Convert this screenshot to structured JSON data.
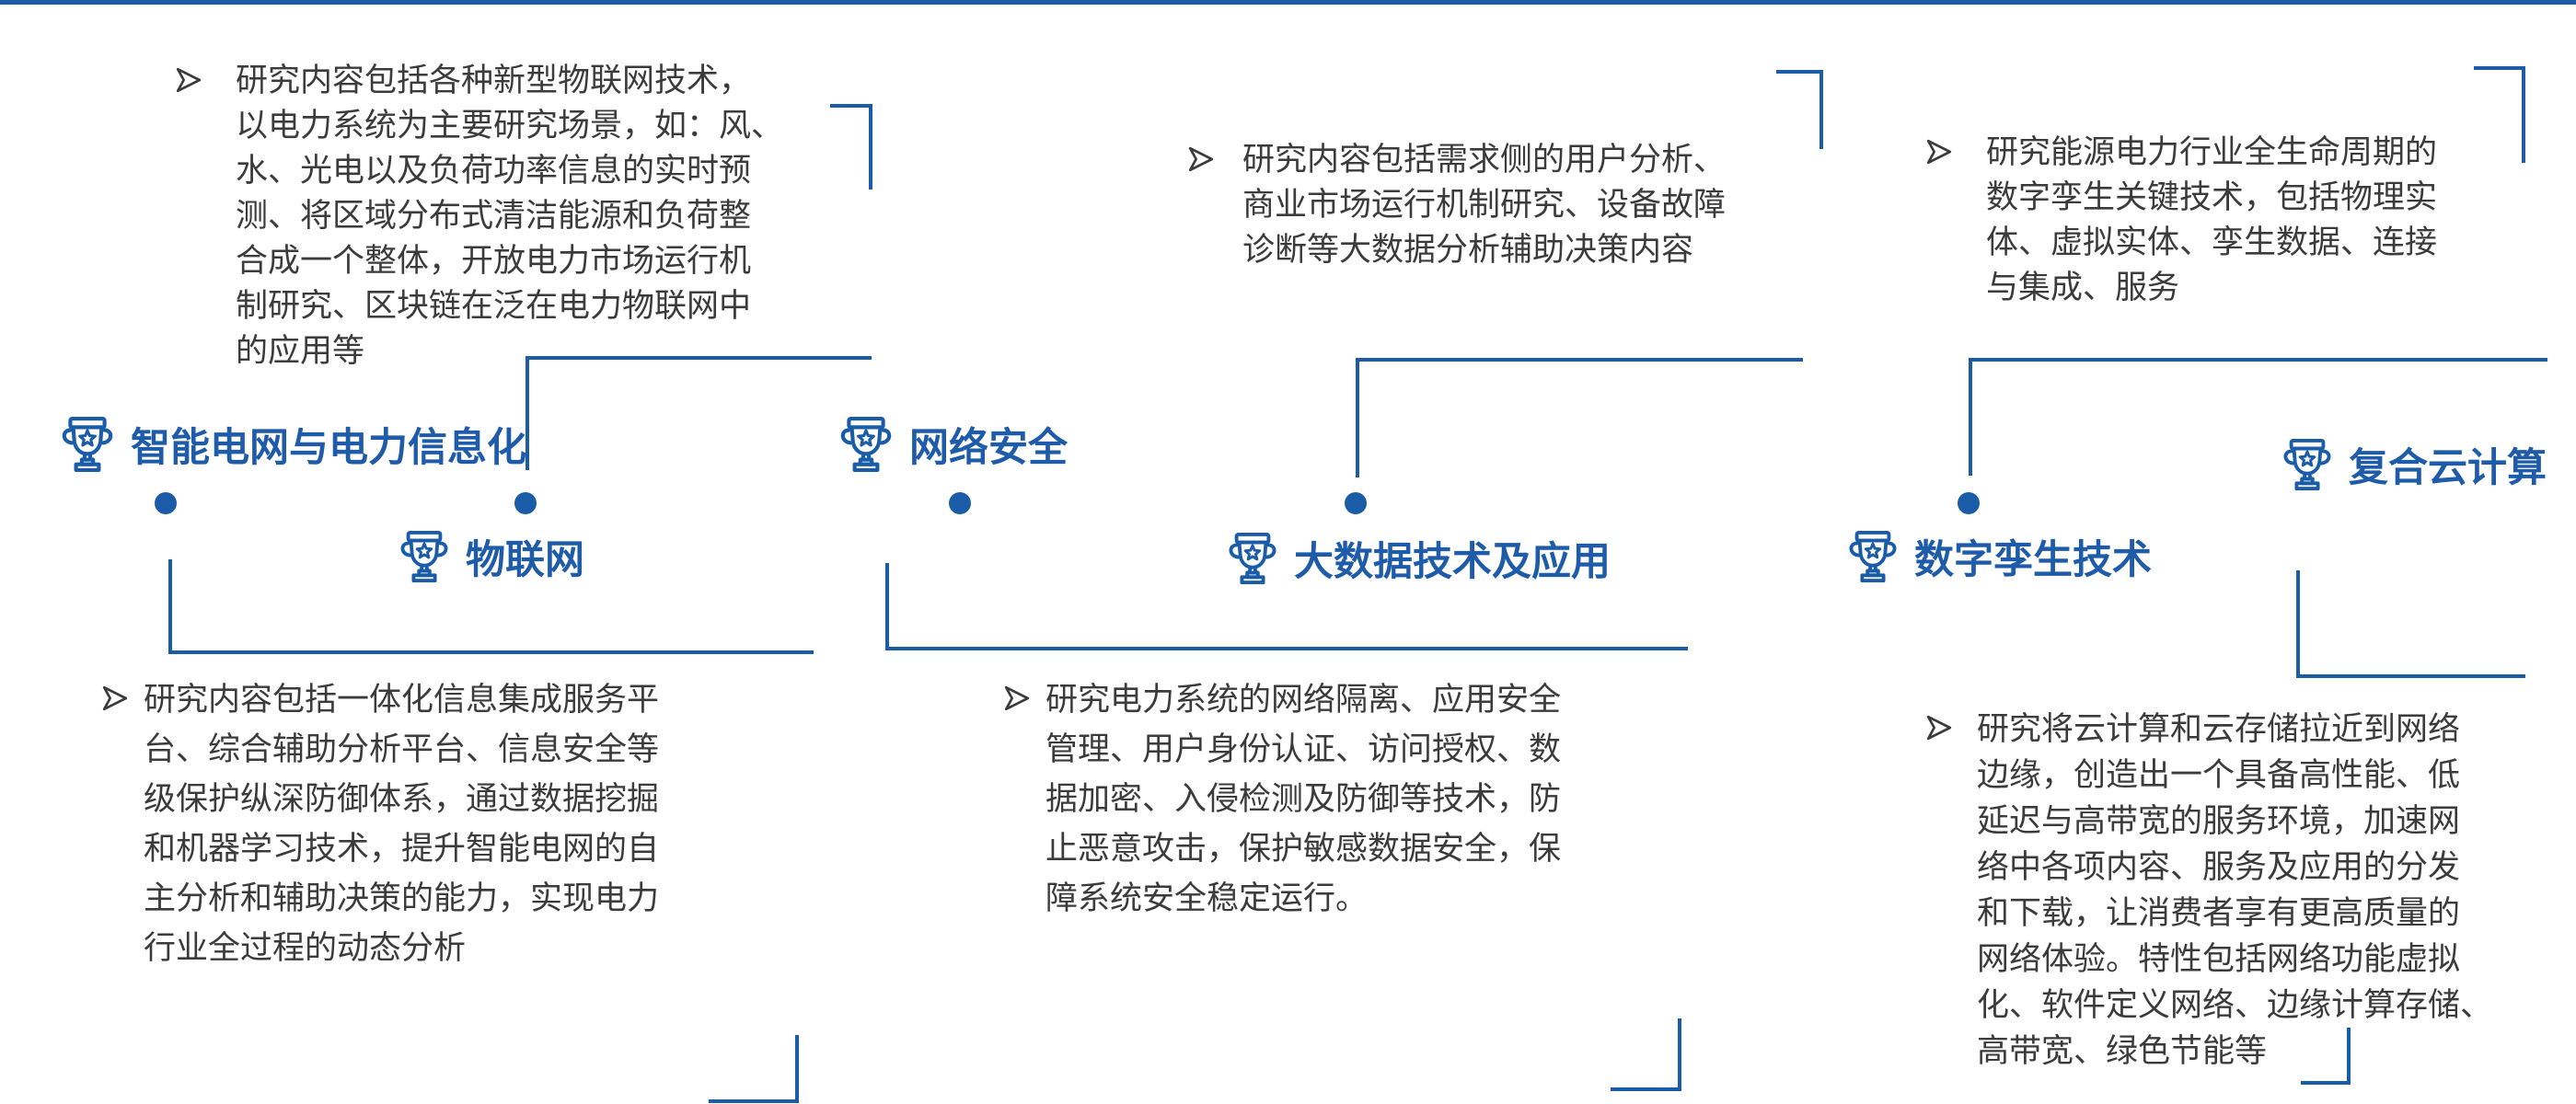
{
  "palette": {
    "accent_blue": "#1A5CA8",
    "label_blue": "#1E5BA9",
    "body_text": "#3B3B3B"
  },
  "labels": {
    "smart_grid": "智能电网与电力信息化",
    "iot": "物联网",
    "network_security": "网络安全",
    "big_data": "大数据技术及应用",
    "digital_twin": "数字孪生技术",
    "hybrid_cloud": "复合云计算"
  },
  "descriptions": {
    "iot": [
      "研究内容包括各种新型物联网技术，",
      "以电力系统为主要研究场景，如：风、",
      "水、光电以及负荷功率信息的实时预",
      "测、将区域分布式清洁能源和负荷整",
      "合成一个整体，开放电力市场运行机",
      "制研究、区块链在泛在电力物联网中",
      "的应用等"
    ],
    "big_data": [
      "研究内容包括需求侧的用户分析、",
      "商业市场运行机制研究、设备故障",
      "诊断等大数据分析辅助决策内容"
    ],
    "digital_twin": [
      "研究能源电力行业全生命周期的",
      "数字孪生关键技术，包括物理实",
      "体、虚拟实体、孪生数据、连接",
      "与集成、服务"
    ],
    "smart_grid": [
      "研究内容包括一体化信息集成服务平",
      "台、综合辅助分析平台、信息安全等",
      "级保护纵深防御体系，通过数据挖掘",
      "和机器学习技术，提升智能电网的自",
      "主分析和辅助决策的能力，实现电力",
      "行业全过程的动态分析"
    ],
    "network_security": [
      "研究电力系统的网络隔离、应用安全",
      "管理、用户身份认证、访问授权、数",
      "据加密、入侵检测及防御等技术，防",
      "止恶意攻击，保护敏感数据安全，保",
      "障系统安全稳定运行。"
    ],
    "hybrid_cloud": [
      "研究将云计算和云存储拉近到网络",
      "边缘，创造出一个具备高性能、低",
      "延迟与高带宽的服务环境，加速网",
      "络中各项内容、服务及应用的分发",
      "和下载，让消费者享有更高质量的",
      "网络体验。特性包括网络功能虚拟",
      "化、软件定义网络、边缘计算存储、",
      "高带宽、绿色节能等"
    ]
  }
}
